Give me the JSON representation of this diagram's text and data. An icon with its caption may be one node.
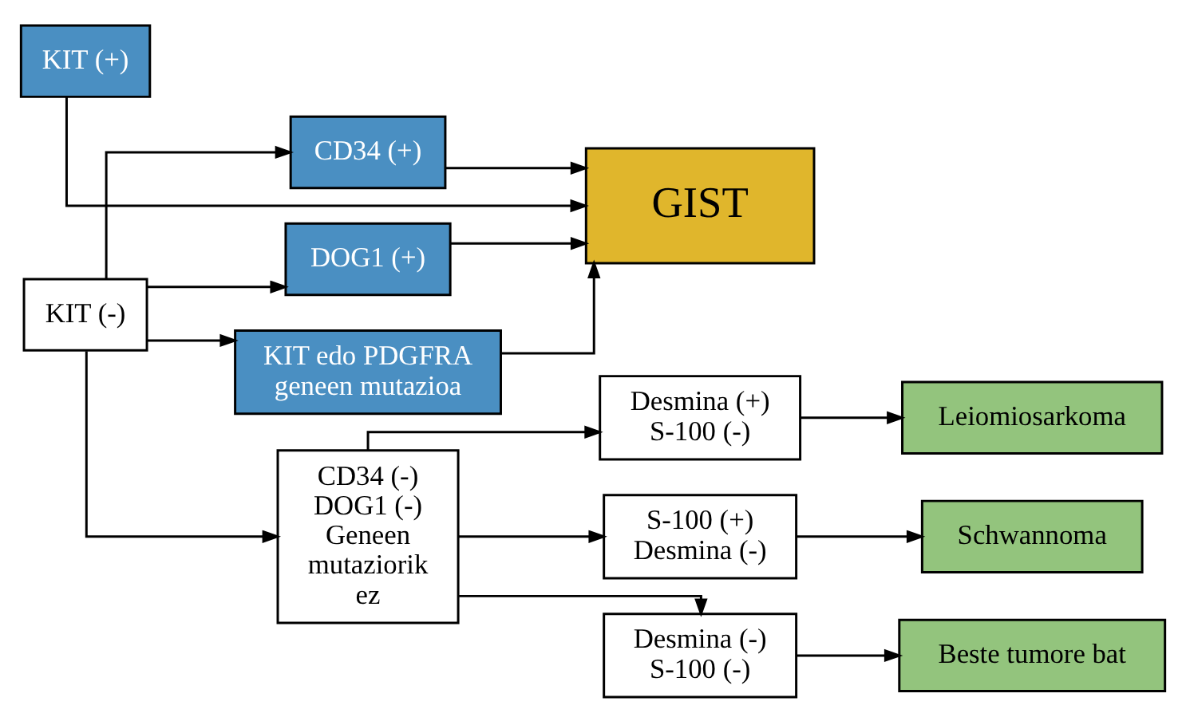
{
  "diagram": {
    "nodes": [
      {
        "text": [
          "KIT (+)"
        ]
      },
      {
        "text": [
          "KIT (-)"
        ]
      },
      {
        "text": [
          "CD34 (+)"
        ]
      },
      {
        "text": [
          "DOG1 (+)"
        ]
      },
      {
        "text": [
          "KIT edo PDGFRA geneen mutazioa"
        ]
      },
      {
        "text": [
          "GIST"
        ]
      },
      {
        "text": [
          "CD34 (-) DOG1 (-) Geneen mutaziorik ez"
        ]
      },
      {
        "text": [
          "Desmina (+) S-100 (-)"
        ]
      },
      {
        "text": [
          "S-100 (+) Desmina (-)"
        ]
      },
      {
        "text": [
          "Desmina (-) S-100 (-)"
        ]
      },
      {
        "text": [
          "Leiomiosarkoma"
        ]
      },
      {
        "text": [
          "Schwannoma"
        ]
      },
      {
        "text": [
          "Beste tumore bat"
        ]
      }
    ],
    "edges": [
      {
        "from": 0,
        "to": 5,
        "arrow": "to"
      },
      {
        "from": 1,
        "to": 2,
        "arrow": "to"
      },
      {
        "from": 1,
        "to": 3,
        "arrow": "to"
      },
      {
        "from": 1,
        "to": 4,
        "arrow": "to"
      },
      {
        "from": 1,
        "to": 6,
        "arrow": "to"
      },
      {
        "from": 2,
        "to": 5,
        "arrow": "to"
      },
      {
        "from": 3,
        "to": 5,
        "arrow": "to"
      },
      {
        "from": 4,
        "to": 5,
        "arrow": "to"
      },
      {
        "from": 6,
        "to": 7,
        "arrow": "to"
      },
      {
        "from": 6,
        "to": 8,
        "arrow": "to"
      },
      {
        "from": 6,
        "to": 9,
        "arrow": "to"
      },
      {
        "from": 7,
        "to": 10,
        "arrow": "to"
      },
      {
        "from": 8,
        "to": 11,
        "arrow": "to"
      },
      {
        "from": 9,
        "to": 12,
        "arrow": "to"
      }
    ]
  }
}
